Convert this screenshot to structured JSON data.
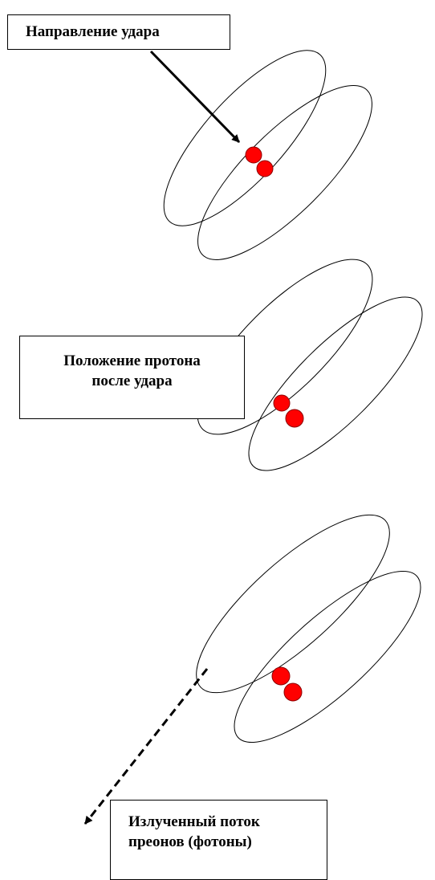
{
  "labels": {
    "impact_direction": "Направление удара",
    "proton_position_line1": "Положение протона",
    "proton_position_line2": "после удара",
    "emitted_flow_line1": "Излученный поток",
    "emitted_flow_line2": "преонов (фотоны)"
  },
  "colors": {
    "particle_fill": "#ff0000",
    "particle_stroke": "#8b0000",
    "line": "#000000",
    "background": "#ffffff"
  },
  "arrows": {
    "impact": "solid",
    "emission": "dashed"
  }
}
